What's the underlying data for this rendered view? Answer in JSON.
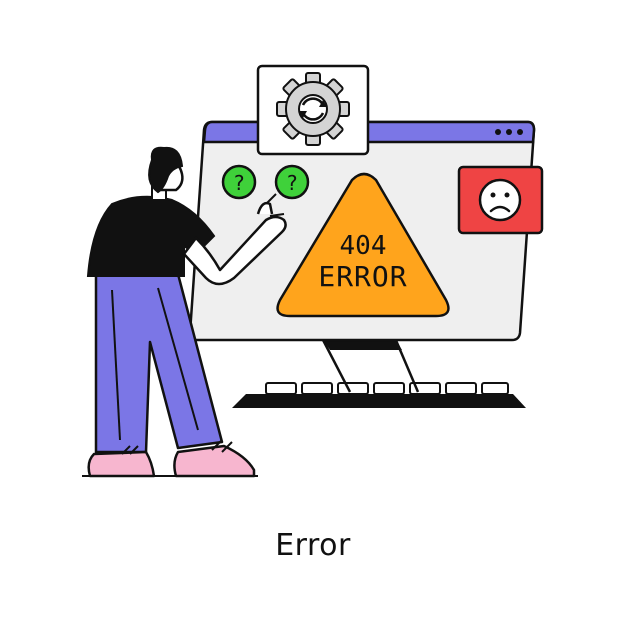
{
  "illustration": {
    "caption": "Error",
    "warning": {
      "line1": "404",
      "line2": "ERROR"
    },
    "help_badges": [
      "?",
      "?"
    ],
    "colors": {
      "outline": "#111111",
      "accent_blue": "#7b76e6",
      "warning_orange": "#ffa41c",
      "help_green": "#3fd13a",
      "alert_red": "#ef4444",
      "sneaker_pink": "#f7b6cf",
      "monitor_gray": "#efefef",
      "shirt_black": "#111111"
    },
    "icons": [
      "gear-sync-icon",
      "question-icon",
      "sad-face-icon",
      "warning-triangle-icon",
      "dots-menu-icon"
    ]
  }
}
